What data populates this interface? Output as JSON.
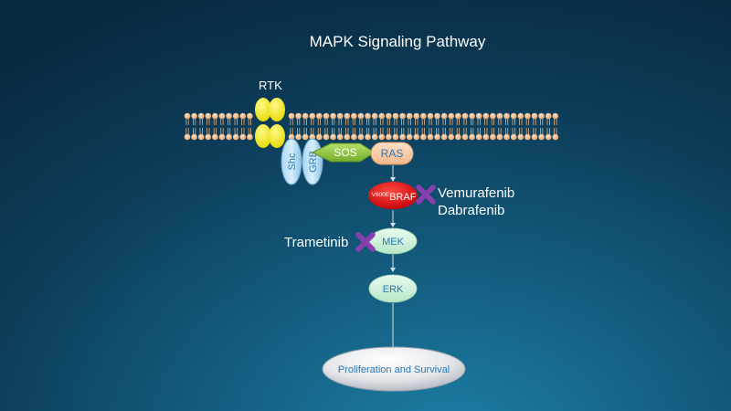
{
  "title": "MAPK Signaling Pathway",
  "receptor": {
    "label": "RTK"
  },
  "adaptors": [
    {
      "id": "shc",
      "label": "Shc"
    },
    {
      "id": "grb",
      "label": "GRB"
    }
  ],
  "proteins": {
    "sos": "SOS",
    "ras": "RAS",
    "braf": {
      "superscript": "V600E",
      "label": "BRAF"
    },
    "mek": "MEK",
    "erk": "ERK"
  },
  "outcome": "Proliferation and Survival",
  "inhibitors": {
    "braf": [
      "Vemurafenib",
      "Dabrafenib"
    ],
    "mek": [
      "Trametinib"
    ]
  },
  "colors": {
    "background": "#0c3c58",
    "receptor": "#f2e51a",
    "adaptor": "#8ec6e8",
    "sos": "#8cc63f",
    "ras": "#f7c9a0",
    "braf": "#e8101a",
    "mek_erk": "#c9eed9",
    "inhibitor_x": "#8a3fb0",
    "membrane_head": "#f0b988"
  }
}
